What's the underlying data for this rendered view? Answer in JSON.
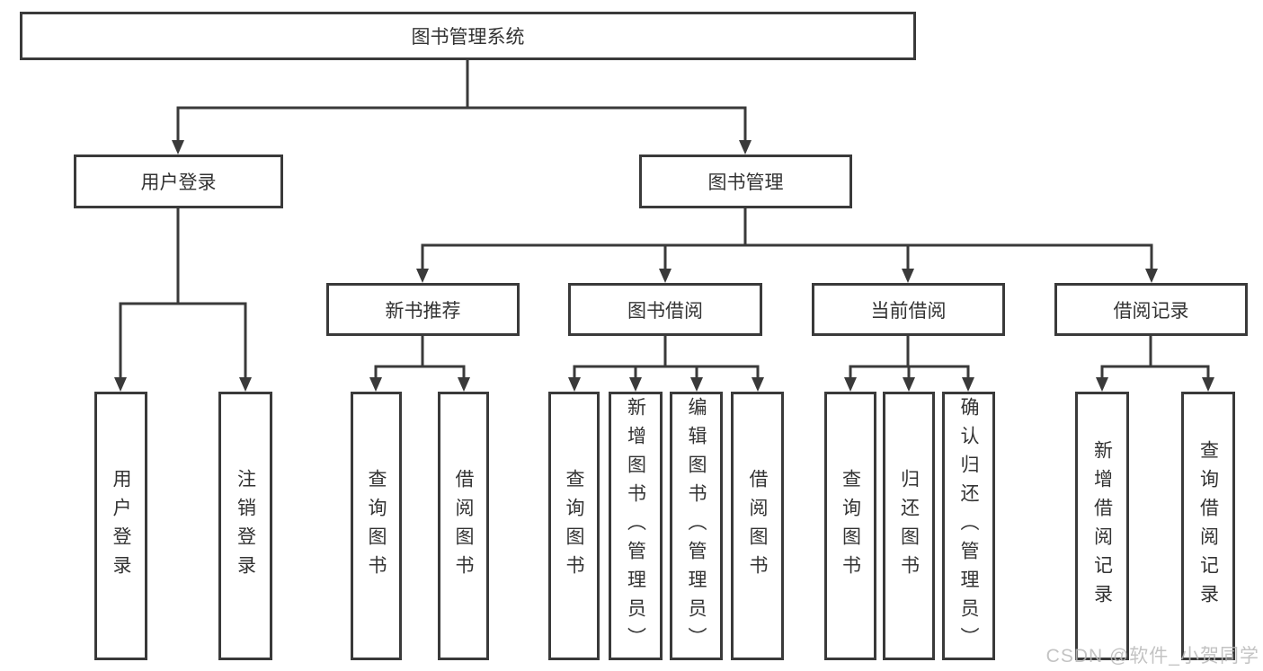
{
  "diagram": {
    "root": {
      "label": "图书管理系统",
      "children": [
        {
          "label": "用户登录",
          "children": [
            {
              "label": "用户登录"
            },
            {
              "label": "注销登录"
            }
          ]
        },
        {
          "label": "图书管理",
          "children": [
            {
              "label": "新书推荐",
              "children": [
                {
                  "label": "查询图书"
                },
                {
                  "label": "借阅图书"
                }
              ]
            },
            {
              "label": "图书借阅",
              "children": [
                {
                  "label": "查询图书"
                },
                {
                  "label": "新增图书（管理员）"
                },
                {
                  "label": "编辑图书（管理员）"
                },
                {
                  "label": "借阅图书"
                }
              ]
            },
            {
              "label": "当前借阅",
              "children": [
                {
                  "label": "查询图书"
                },
                {
                  "label": "归还图书"
                },
                {
                  "label": "确认归还（管理员）"
                }
              ]
            },
            {
              "label": "借阅记录",
              "children": [
                {
                  "label": "新增借阅记录"
                },
                {
                  "label": "查询借阅记录"
                }
              ]
            }
          ]
        }
      ]
    }
  },
  "watermark": {
    "text": "CSDN @软件_小贺同学"
  },
  "colors": {
    "line": "#3a3a3a",
    "box_border": "#3a3a3a",
    "box_background": "#ffffff",
    "text": "#333333",
    "watermark": "#b9b9b9"
  }
}
